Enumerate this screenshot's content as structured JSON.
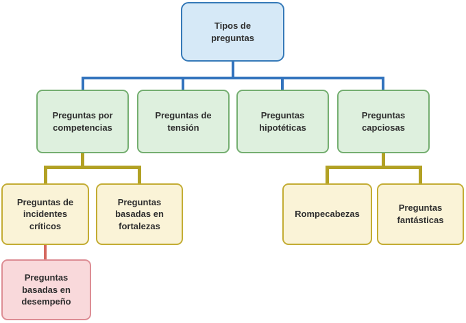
{
  "diagram": {
    "title": "Tipos de preguntas",
    "nodes": {
      "root": {
        "label": "Tipos de preguntas",
        "level": 0
      },
      "competencias": {
        "label": "Preguntas por competencias",
        "level": 1,
        "parent": "root"
      },
      "tension": {
        "label": "Preguntas de tensión",
        "level": 1,
        "parent": "root"
      },
      "hipoteticas": {
        "label": "Preguntas hipotéticas",
        "level": 1,
        "parent": "root"
      },
      "capciosas": {
        "label": "Preguntas capciosas",
        "level": 1,
        "parent": "root"
      },
      "incidentes": {
        "label": "Preguntas de incidentes críticos",
        "level": 2,
        "parent": "competencias"
      },
      "fortalezas": {
        "label": "Preguntas basadas en fortalezas",
        "level": 2,
        "parent": "competencias"
      },
      "rompecabezas": {
        "label": "Rompecabezas",
        "level": 2,
        "parent": "capciosas"
      },
      "fantasticas": {
        "label": "Preguntas fantásticas",
        "level": 2,
        "parent": "capciosas"
      },
      "desempeno": {
        "label": "Preguntas basadas en desempeño",
        "level": 3,
        "parent": "incidentes"
      }
    },
    "colors": {
      "background": "#ffffff",
      "text": "#2e2e2e",
      "root_fill": "#d6e9f7",
      "root_border": "#3579b8",
      "green_fill": "#def0de",
      "green_border": "#74ae70",
      "yellow_fill": "#faf3d7",
      "yellow_border": "#c3ac33",
      "pink_fill": "#f9d9db",
      "pink_border": "#dd8d94",
      "blue_line": "#3273bd",
      "olive_line": "#b2a124",
      "red_line": "#d5685f"
    }
  }
}
